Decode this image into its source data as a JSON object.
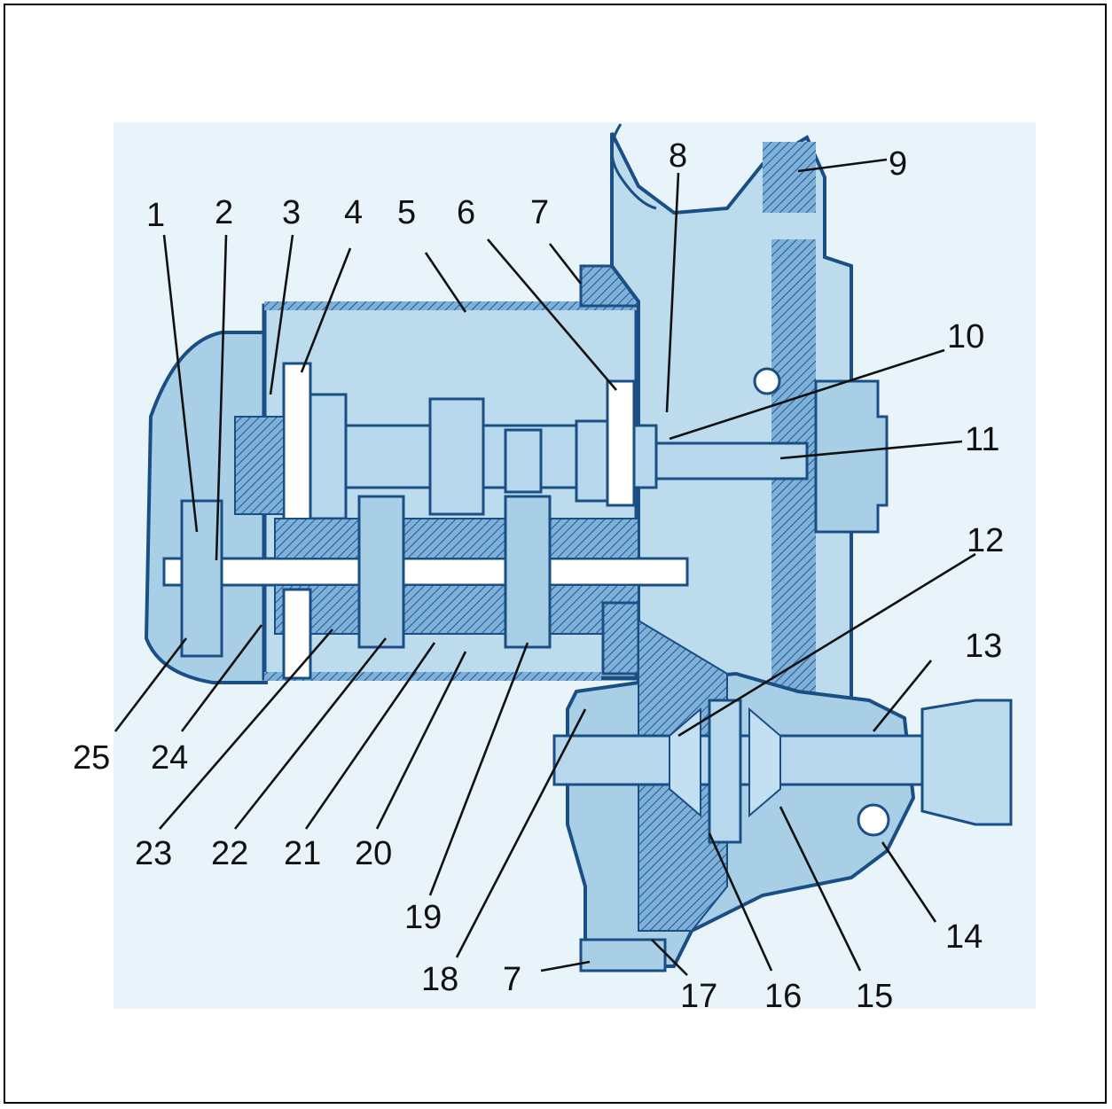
{
  "colors": {
    "background": "#ffffff",
    "housing": "#a9cfe6",
    "housing_light": "#c3e0f2",
    "metal": "#b7d7ec",
    "outline": "#1a4f86",
    "section": "#2f6aa8",
    "bg_panel": "#e8f3fa"
  },
  "callouts": [
    {
      "id": "c1",
      "label": "1"
    },
    {
      "id": "c2",
      "label": "2"
    },
    {
      "id": "c3",
      "label": "3"
    },
    {
      "id": "c4",
      "label": "4"
    },
    {
      "id": "c5",
      "label": "5"
    },
    {
      "id": "c6",
      "label": "6"
    },
    {
      "id": "c7a",
      "label": "7"
    },
    {
      "id": "c8",
      "label": "8"
    },
    {
      "id": "c9",
      "label": "9"
    },
    {
      "id": "c10",
      "label": "10"
    },
    {
      "id": "c11",
      "label": "11"
    },
    {
      "id": "c12",
      "label": "12"
    },
    {
      "id": "c13",
      "label": "13"
    },
    {
      "id": "c14",
      "label": "14"
    },
    {
      "id": "c15",
      "label": "15"
    },
    {
      "id": "c16",
      "label": "16"
    },
    {
      "id": "c17",
      "label": "17"
    },
    {
      "id": "c18",
      "label": "18"
    },
    {
      "id": "c7b",
      "label": "7"
    },
    {
      "id": "c19",
      "label": "19"
    },
    {
      "id": "c20",
      "label": "20"
    },
    {
      "id": "c21",
      "label": "21"
    },
    {
      "id": "c22",
      "label": "22"
    },
    {
      "id": "c23",
      "label": "23"
    },
    {
      "id": "c24",
      "label": "24"
    },
    {
      "id": "c25",
      "label": "25"
    }
  ]
}
